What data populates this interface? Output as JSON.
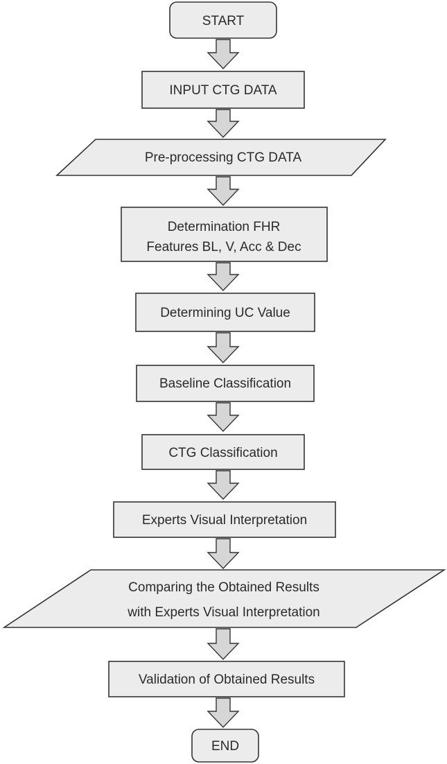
{
  "flowchart": {
    "start": "START",
    "input": "INPUT CTG DATA",
    "preprocess": "Pre-processing CTG DATA",
    "fhr_line1": "Determination FHR",
    "fhr_line2": "Features BL, V, Acc & Dec",
    "uc": "Determining UC Value",
    "baseline": "Baseline Classification",
    "ctg": "CTG Classification",
    "experts": "Experts Visual Interpretation",
    "compare_line1": "Comparing the Obtained Results",
    "compare_line2": "with Experts Visual Interpretation",
    "validation": "Validation of Obtained Results",
    "end": "END"
  }
}
